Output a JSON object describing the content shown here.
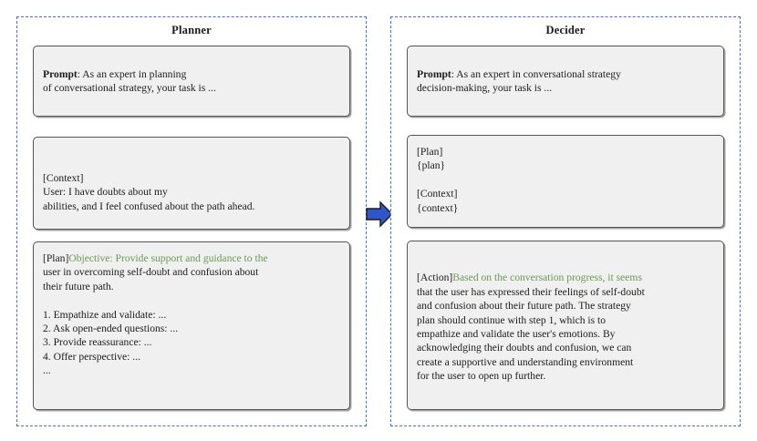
{
  "diagram": {
    "arrow_color": "#2f55c8",
    "accent_border_color": "#4472c4",
    "highlight_text_color": "#6a9a54"
  },
  "planner": {
    "title": "Planner",
    "prompt": {
      "label": "Prompt",
      "line1_rest": ": As an expert in planning",
      "line2": "of conversational strategy, your task is ..."
    },
    "context": {
      "tag": "[Context]",
      "line1": "User: I have doubts about my",
      "line2": "abilities, and I feel confused about the path ahead."
    },
    "plan": {
      "tag": "[Plan]",
      "objective_line1": "Objective: Provide support and guidance to the",
      "objective_line2": "user in overcoming self-doubt and confusion about",
      "objective_line3": "their future path.",
      "steps": [
        "1. Empathize and validate: ...",
        "2. Ask open-ended questions: ...",
        "3. Provide reassurance: ...",
        "4. Offer perspective: ...",
        "..."
      ]
    }
  },
  "decider": {
    "title": "Decider",
    "prompt": {
      "label": "Prompt",
      "line1_rest": ": As an expert in conversational strategy",
      "line2": "decision-making, your task is ..."
    },
    "inputs": {
      "plan_tag": "[Plan]",
      "plan_slot": "{plan}",
      "context_tag": "[Context]",
      "context_slot": "{context}"
    },
    "action": {
      "tag": "[Action]",
      "line1": "Based on the conversation progress, it seems",
      "line2": "that the user has expressed their feelings of self-doubt",
      "line3": "and confusion about their future path. The strategy",
      "line4": "plan should continue with step 1, which is to",
      "line5": "empathize and validate the user's emotions. By",
      "line6": "acknowledging their doubts and confusion, we can",
      "line7": "create a supportive and understanding environment",
      "line8": "for the user to open up further."
    }
  }
}
